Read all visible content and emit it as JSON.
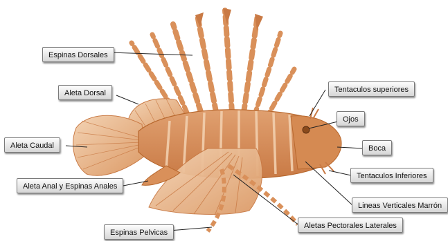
{
  "labels": {
    "espinas_dorsales": "Espinas Dorsales",
    "aleta_dorsal": "Aleta Dorsal",
    "aleta_caudal": "Aleta Caudal",
    "aleta_anal": "Aleta Anal y Espinas Anales",
    "espinas_pelvicas": "Espinas Pelvicas",
    "tentaculos_superiores": "Tentaculos superiores",
    "ojos": "Ojos",
    "boca": "Boca",
    "tentaculos_inferiores": "Tentaculos Inferiores",
    "lineas_verticales": "Lineas Verticales Marrón",
    "aletas_pectorales": "Aletas Pectorales Laterales"
  },
  "colors": {
    "fish_body": "#d9905a",
    "fish_light": "#f2cfae",
    "fish_dark": "#b8682e",
    "leader_line": "#222222"
  }
}
